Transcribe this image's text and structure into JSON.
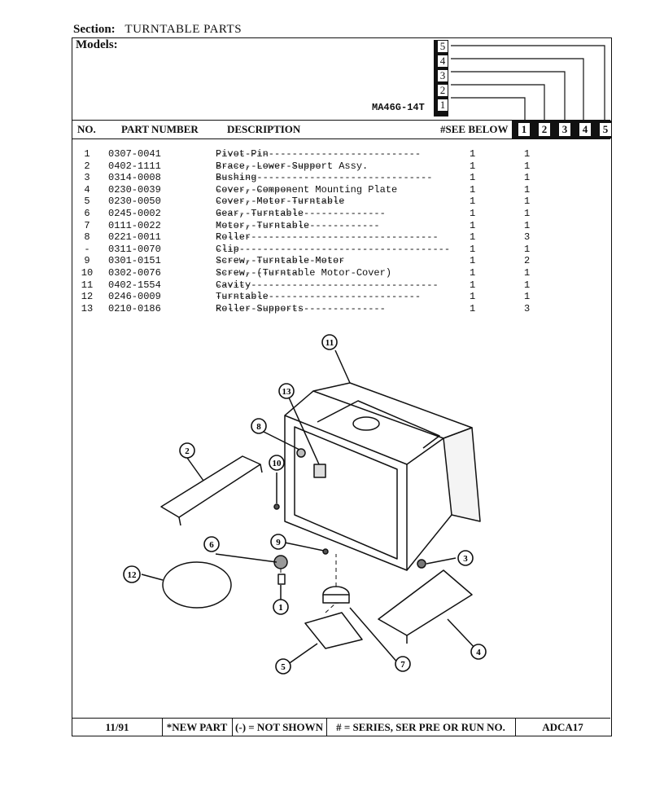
{
  "section": {
    "label": "Section:",
    "title": "TURNTABLE PARTS"
  },
  "models": {
    "label": "Models:",
    "model_name": "MA46G-14T"
  },
  "series_stack": [
    "5",
    "4",
    "3",
    "2",
    "1"
  ],
  "header": {
    "no": "NO.",
    "part_number": "PART NUMBER",
    "description": "DESCRIPTION",
    "see_below": "#SEE BELOW",
    "series": [
      "1",
      "2",
      "3",
      "4",
      "5"
    ]
  },
  "parts": [
    {
      "no": "1",
      "part": "0307-0041",
      "desc": "Pivot Pin",
      "qty": "1",
      "s1": "1"
    },
    {
      "no": "2",
      "part": "0402-1111",
      "desc": "Brace, Lower Support Assy.",
      "qty": "1",
      "s1": "1"
    },
    {
      "no": "3",
      "part": "0314-0008",
      "desc": "Bushing",
      "qty": "1",
      "s1": "1"
    },
    {
      "no": "4",
      "part": "0230-0039",
      "desc": "Cover, Component Mounting Plate",
      "qty": "1",
      "s1": "1"
    },
    {
      "no": "5",
      "part": "0230-0050",
      "desc": "Cover, Motor Turntable",
      "qty": "1",
      "s1": "1"
    },
    {
      "no": "6",
      "part": "0245-0002",
      "desc": "Gear, Turntable",
      "qty": "1",
      "s1": "1"
    },
    {
      "no": "7",
      "part": "0111-0022",
      "desc": "Motor, Turntable",
      "qty": "1",
      "s1": "1"
    },
    {
      "no": "8",
      "part": "0221-0011",
      "desc": "Roller",
      "qty": "1",
      "s1": "3"
    },
    {
      "no": "-",
      "part": "0311-0070",
      "desc": "Clip",
      "qty": "1",
      "s1": "1"
    },
    {
      "no": "9",
      "part": "0301-0151",
      "desc": "Screw, Turntable Motor",
      "qty": "1",
      "s1": "2"
    },
    {
      "no": "10",
      "part": "0302-0076",
      "desc": "Screw, (Turntable Motor-Cover)",
      "qty": "1",
      "s1": "1"
    },
    {
      "no": "11",
      "part": "0402-1554",
      "desc": "Cavity",
      "qty": "1",
      "s1": "1"
    },
    {
      "no": "12",
      "part": "0246-0009",
      "desc": "Turntable",
      "qty": "1",
      "s1": "1"
    },
    {
      "no": "13",
      "part": "0210-0186",
      "desc": "Roller Supports",
      "qty": "1",
      "s1": "3"
    }
  ],
  "callouts": [
    "11",
    "13",
    "8",
    "2",
    "10",
    "6",
    "9",
    "3",
    "12",
    "1",
    "5",
    "7",
    "4"
  ],
  "footer": {
    "date": "11/91",
    "new_part": "*NEW PART",
    "not_shown": "(-) = NOT SHOWN",
    "series_note": "# = SERIES, SER PRE OR RUN NO.",
    "code": "ADCA17"
  }
}
